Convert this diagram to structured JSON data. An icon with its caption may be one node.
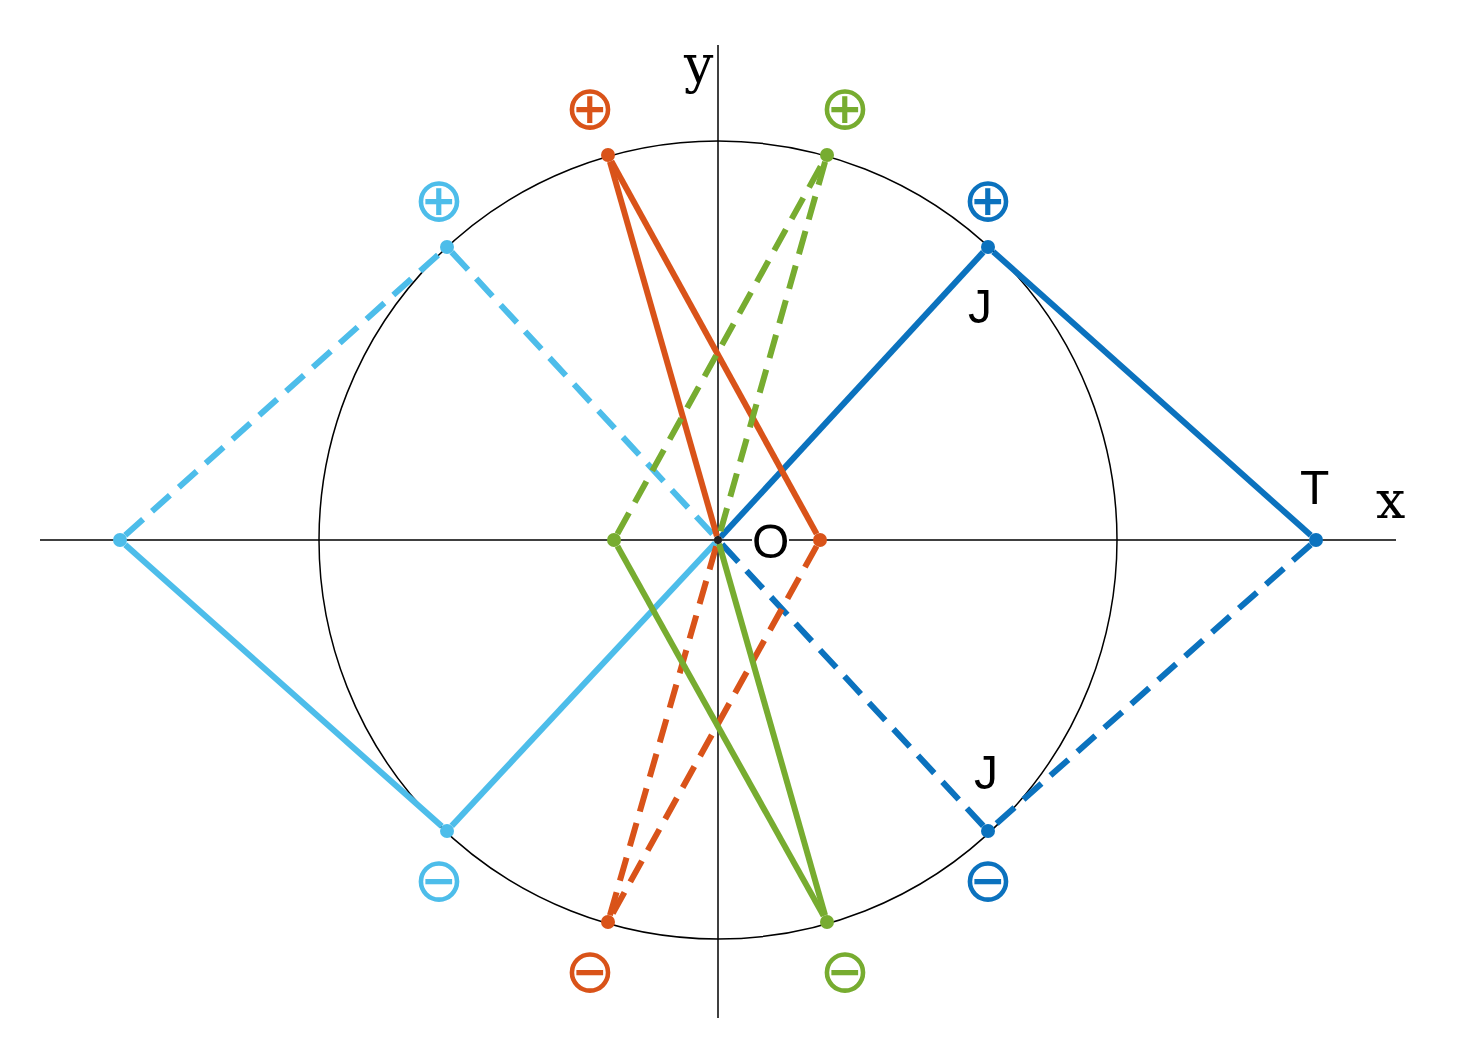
{
  "diagram": {
    "nodes": [
      {
        "text": [
          "O"
        ]
      },
      {
        "text": [
          "J"
        ],
        "beside": [
          "⊕"
        ]
      },
      {
        "text": [
          "T"
        ]
      },
      {
        "text": [
          "J"
        ],
        "beside": [
          "⊖"
        ]
      },
      {
        "text": [],
        "shape": "circle",
        "beside": [
          "⊕"
        ]
      },
      {
        "text": [],
        "shape": "circle"
      },
      {
        "text": [],
        "shape": "circle",
        "beside": [
          "⊖"
        ]
      },
      {
        "text": [],
        "shape": "circle",
        "beside": [
          "⊕"
        ]
      },
      {
        "text": [],
        "shape": "circle"
      },
      {
        "text": [],
        "shape": "circle",
        "beside": [
          "⊖"
        ]
      },
      {
        "text": [],
        "shape": "circle",
        "beside": [
          "⊕"
        ]
      },
      {
        "text": [],
        "shape": "circle"
      },
      {
        "text": [],
        "shape": "circle",
        "beside": [
          "⊖"
        ]
      }
    ],
    "edges": [
      {
        "from": 0,
        "to": 1,
        "arrow": "none",
        "color": "#0b72be"
      },
      {
        "from": 1,
        "to": 2,
        "arrow": "none",
        "color": "#0b72be"
      },
      {
        "from": 2,
        "to": 3,
        "arrow": "none",
        "style": "dashed",
        "color": "#0b72be"
      },
      {
        "from": 3,
        "to": 0,
        "arrow": "none",
        "style": "dashed",
        "color": "#0b72be"
      },
      {
        "from": 5,
        "to": 4,
        "arrow": "none",
        "style": "dashed",
        "color": "#4dbdea"
      },
      {
        "from": 4,
        "to": 0,
        "arrow": "none",
        "style": "dashed",
        "color": "#4dbdea"
      },
      {
        "from": 5,
        "to": 6,
        "arrow": "none",
        "color": "#4dbdea"
      },
      {
        "from": 6,
        "to": 0,
        "arrow": "none",
        "color": "#4dbdea"
      },
      {
        "from": 7,
        "to": 0,
        "arrow": "none",
        "color": "#d95319"
      },
      {
        "from": 7,
        "to": 11,
        "arrow": "none",
        "color": "#d95319"
      },
      {
        "from": 11,
        "to": 9,
        "arrow": "none",
        "style": "dashed",
        "color": "#d95319"
      },
      {
        "from": 9,
        "to": 0,
        "arrow": "none",
        "style": "dashed",
        "color": "#d95319"
      },
      {
        "from": 8,
        "to": 10,
        "arrow": "none",
        "style": "dashed",
        "color": "#77ac30"
      },
      {
        "from": 10,
        "to": 0,
        "arrow": "none",
        "style": "dashed",
        "color": "#77ac30"
      },
      {
        "from": 8,
        "to": 12,
        "arrow": "none",
        "color": "#77ac30"
      },
      {
        "from": 12,
        "to": 0,
        "arrow": "none",
        "color": "#77ac30"
      }
    ],
    "labels": [
      "y",
      "x"
    ]
  }
}
